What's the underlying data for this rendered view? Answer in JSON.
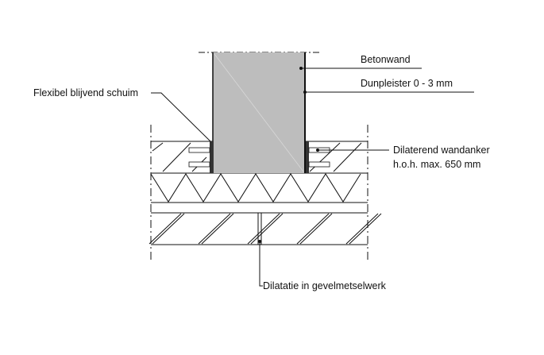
{
  "labels": {
    "betonwand": "Betonwand",
    "dunpleister": "Dunpleister 0 - 3 mm",
    "schuim": "Flexibel blijvend schuim",
    "wandanker_1": "Dilaterend wandanker",
    "wandanker_2": "h.o.h. max. 650 mm",
    "dilatatie": "Dilatatie in gevelmetselwerk"
  },
  "colors": {
    "concrete": "#bdbdbd",
    "line": "#111111"
  }
}
